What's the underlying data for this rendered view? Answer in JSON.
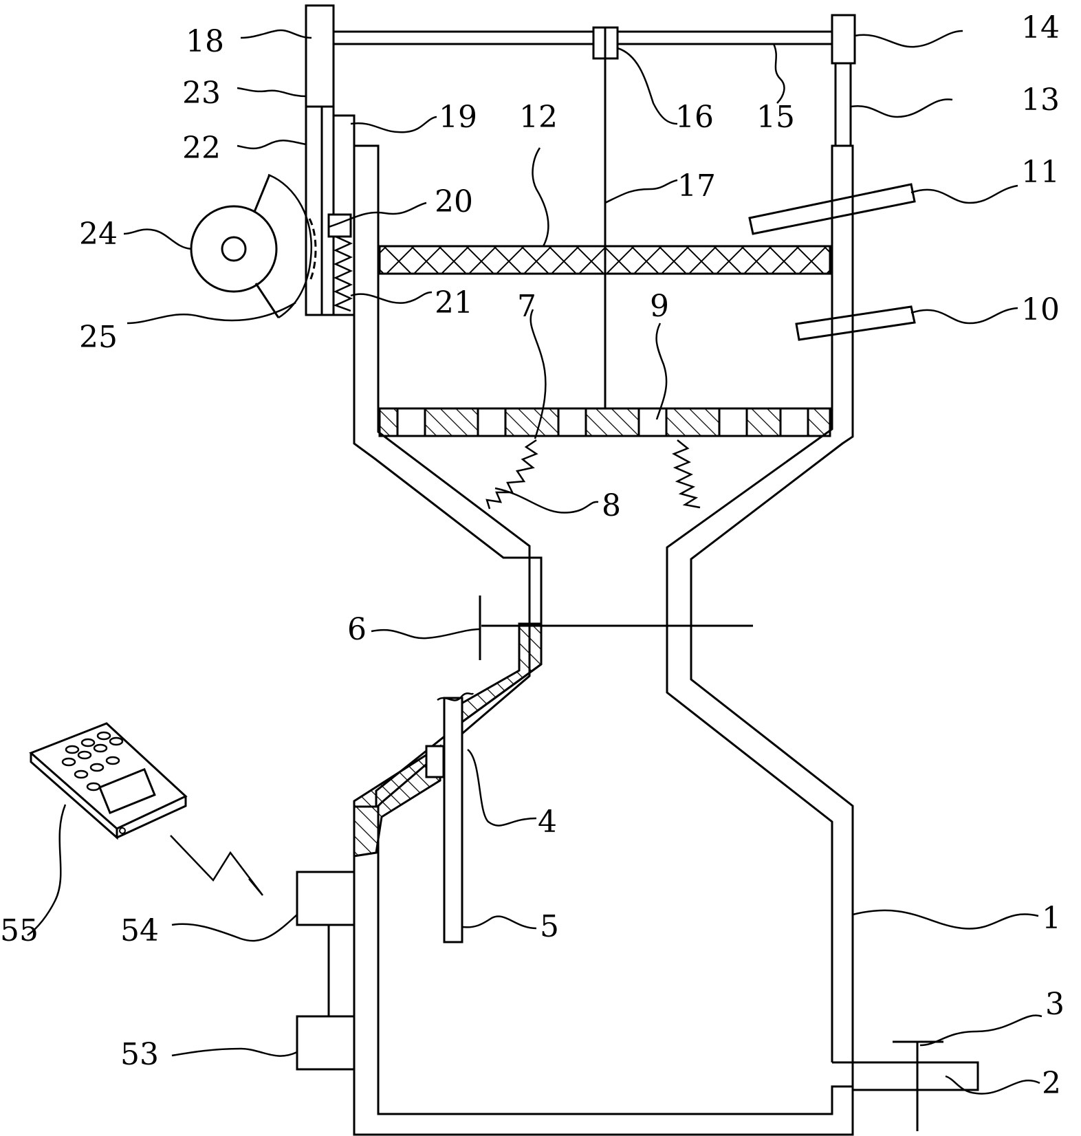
{
  "diagram": {
    "callouts": [
      {
        "id": "1",
        "label": "1"
      },
      {
        "id": "2",
        "label": "2"
      },
      {
        "id": "3",
        "label": "3"
      },
      {
        "id": "4",
        "label": "4"
      },
      {
        "id": "5",
        "label": "5"
      },
      {
        "id": "6",
        "label": "6"
      },
      {
        "id": "7",
        "label": "7"
      },
      {
        "id": "8",
        "label": "8"
      },
      {
        "id": "9",
        "label": "9"
      },
      {
        "id": "10",
        "label": "10"
      },
      {
        "id": "11",
        "label": "11"
      },
      {
        "id": "12",
        "label": "12"
      },
      {
        "id": "13",
        "label": "13"
      },
      {
        "id": "14",
        "label": "14"
      },
      {
        "id": "15",
        "label": "15"
      },
      {
        "id": "16",
        "label": "16"
      },
      {
        "id": "17",
        "label": "17"
      },
      {
        "id": "18",
        "label": "18"
      },
      {
        "id": "19",
        "label": "19"
      },
      {
        "id": "20",
        "label": "20"
      },
      {
        "id": "21",
        "label": "21"
      },
      {
        "id": "22",
        "label": "22"
      },
      {
        "id": "23",
        "label": "23"
      },
      {
        "id": "24",
        "label": "24"
      },
      {
        "id": "25",
        "label": "25"
      },
      {
        "id": "53",
        "label": "53"
      },
      {
        "id": "54",
        "label": "54"
      },
      {
        "id": "55",
        "label": "55"
      }
    ],
    "line_color": "#000000",
    "background": "#ffffff"
  }
}
